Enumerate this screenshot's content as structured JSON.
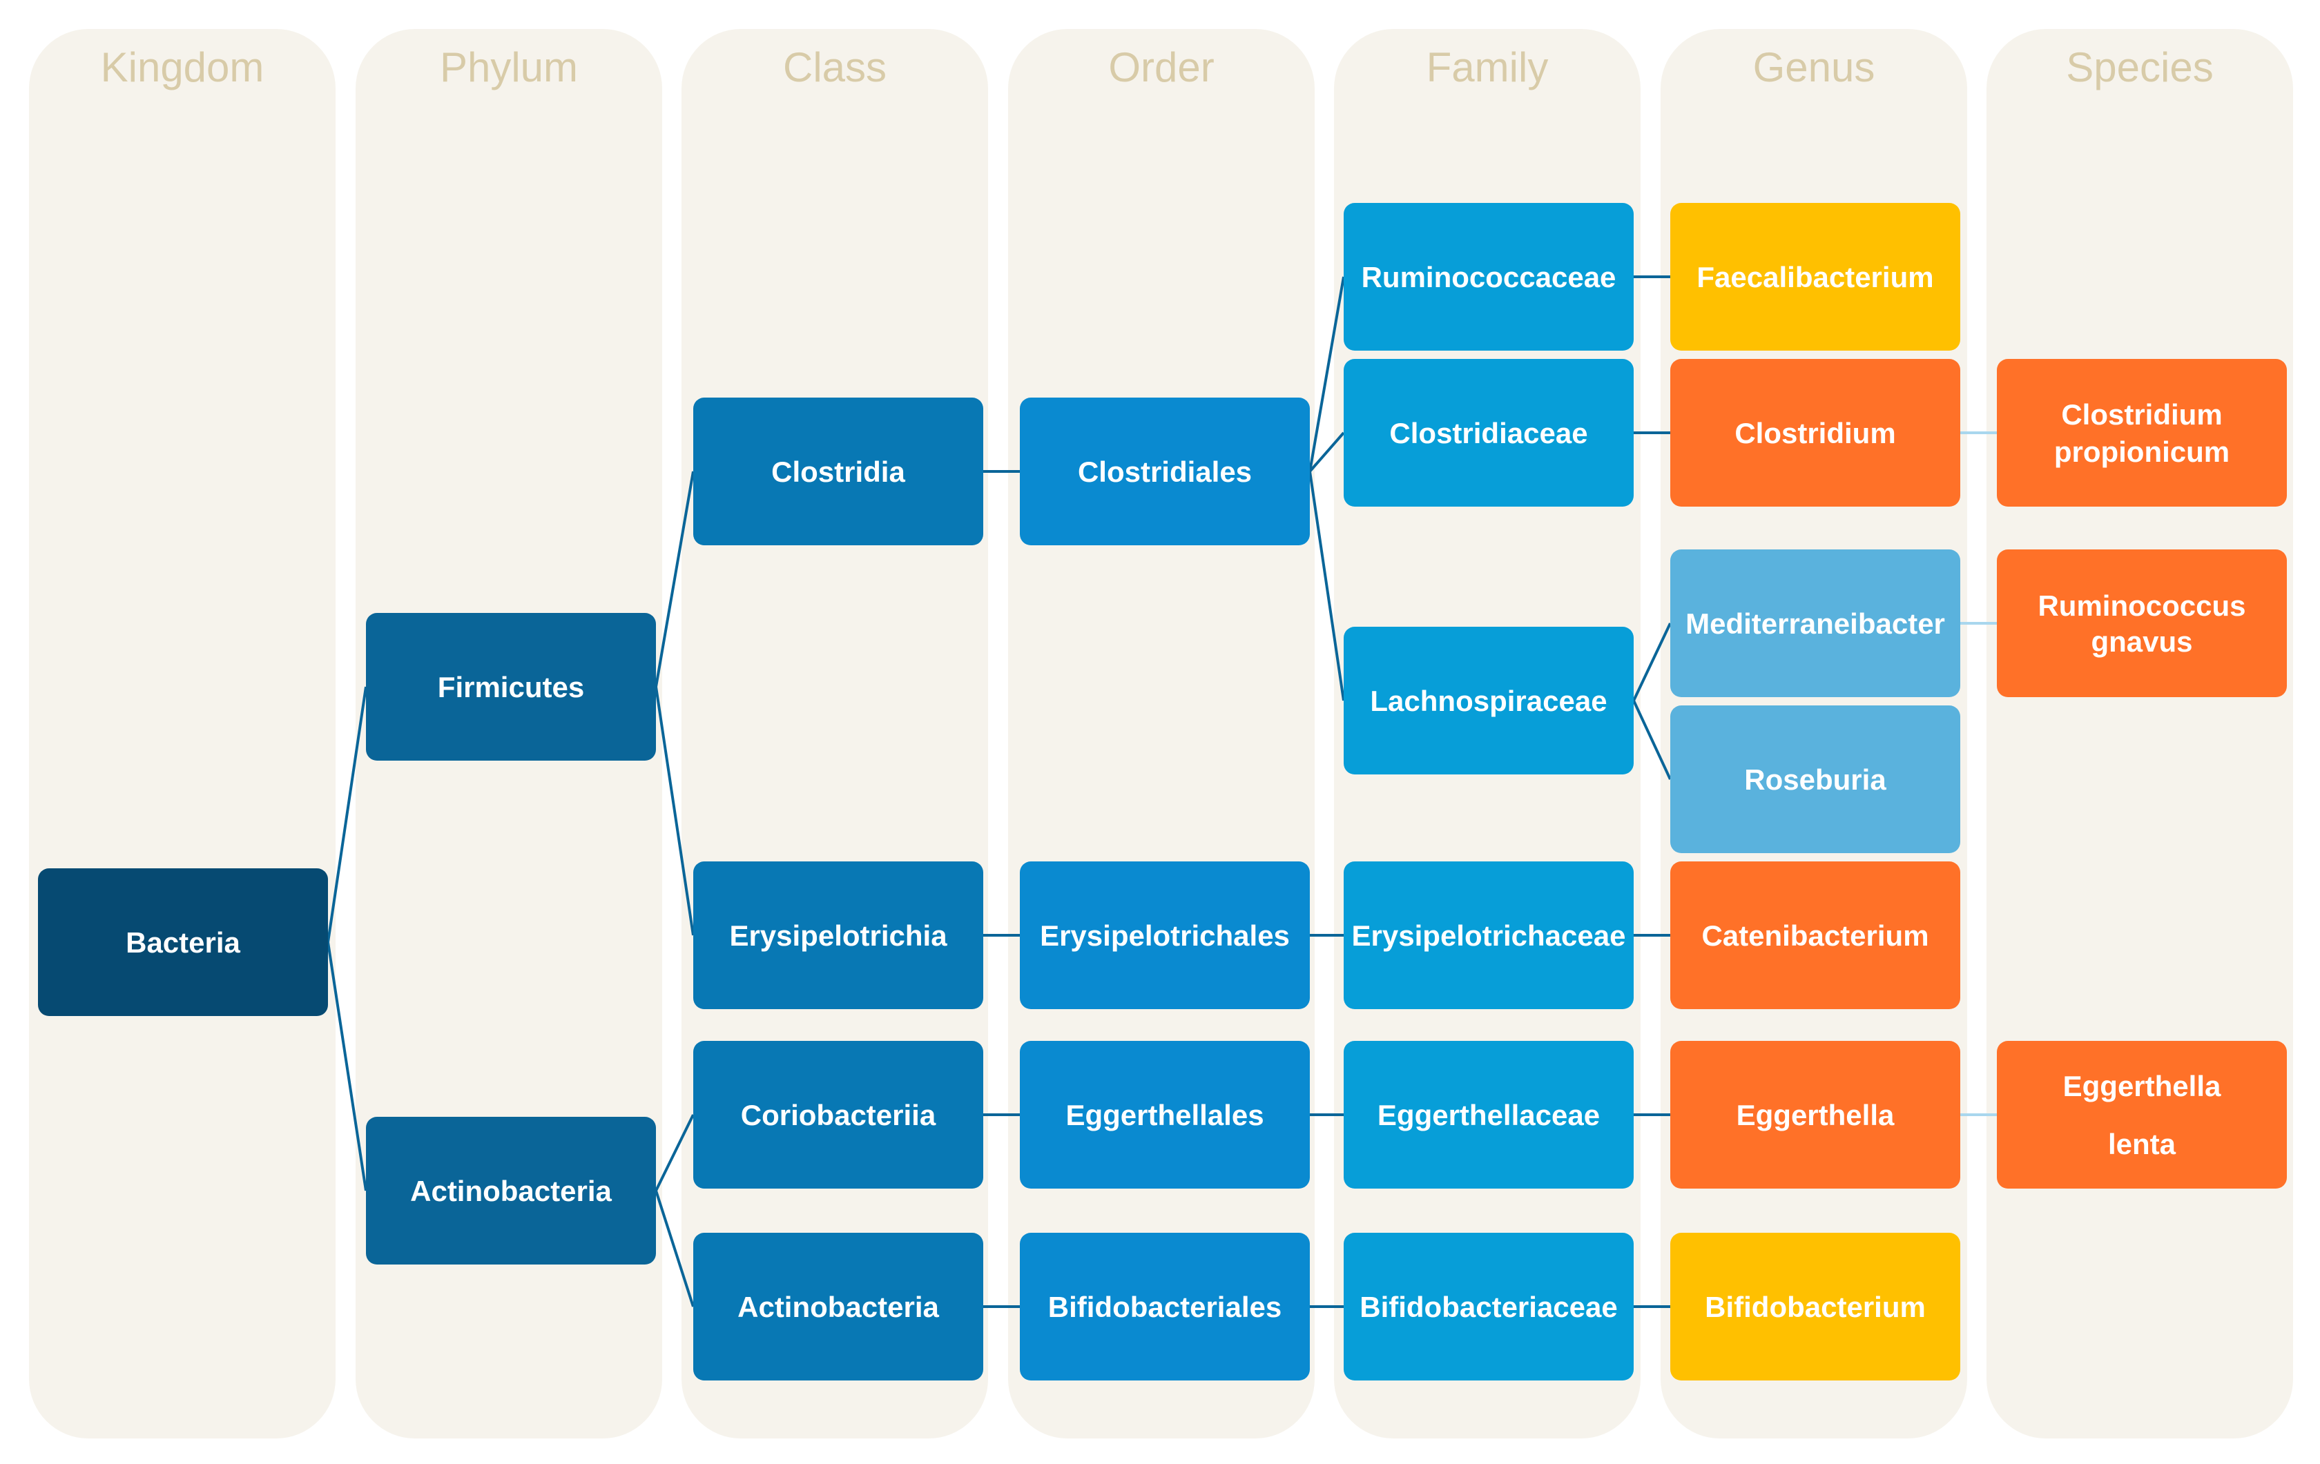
{
  "columns": [
    "Kingdom",
    "Phylum",
    "Class",
    "Order",
    "Family",
    "Genus",
    "Species"
  ],
  "palette": {
    "kingdom": "#064a72",
    "phylum": "#0a6598",
    "class": "#0878b4",
    "order": "#0a8ad0",
    "family": "#079ed8",
    "genus_light": "#5ab2dd",
    "yellow": "#ffc000",
    "orange": "#ff7128",
    "link": "#0a6598",
    "link_light": "#a9d7ee"
  },
  "nodes": [
    {
      "id": "bacteria",
      "col": 0,
      "lines": [
        "Bacteria"
      ],
      "color": "kingdom"
    },
    {
      "id": "firmicutes",
      "col": 1,
      "lines": [
        "Firmicutes"
      ],
      "color": "phylum"
    },
    {
      "id": "actinobacteria-phylum",
      "col": 1,
      "lines": [
        "Actinobacteria"
      ],
      "color": "phylum"
    },
    {
      "id": "clostridia",
      "col": 2,
      "lines": [
        "Clostridia"
      ],
      "color": "class"
    },
    {
      "id": "erysipelotrichia",
      "col": 2,
      "lines": [
        "Erysipelotrichia"
      ],
      "color": "class"
    },
    {
      "id": "coriobacteriia",
      "col": 2,
      "lines": [
        "Coriobacteriia"
      ],
      "color": "class"
    },
    {
      "id": "actinobacteria-class",
      "col": 2,
      "lines": [
        "Actinobacteria"
      ],
      "color": "class"
    },
    {
      "id": "clostridiales",
      "col": 3,
      "lines": [
        "Clostridiales"
      ],
      "color": "order"
    },
    {
      "id": "erysipelotrichales",
      "col": 3,
      "lines": [
        "Erysipelotrichales"
      ],
      "color": "order"
    },
    {
      "id": "eggerthellales",
      "col": 3,
      "lines": [
        "Eggerthellales"
      ],
      "color": "order"
    },
    {
      "id": "bifidobacteriales",
      "col": 3,
      "lines": [
        "Bifidobacteriales"
      ],
      "color": "order"
    },
    {
      "id": "ruminococcaceae",
      "col": 4,
      "lines": [
        "Ruminococcaceae"
      ],
      "color": "family"
    },
    {
      "id": "clostridiaceae",
      "col": 4,
      "lines": [
        "Clostridiaceae"
      ],
      "color": "family"
    },
    {
      "id": "lachnospiraceae",
      "col": 4,
      "lines": [
        "Lachnospiraceae"
      ],
      "color": "family"
    },
    {
      "id": "erysipelotrichaceae",
      "col": 4,
      "lines": [
        "Erysipelotrichaceae"
      ],
      "color": "family"
    },
    {
      "id": "eggerthellaceae",
      "col": 4,
      "lines": [
        "Eggerthellaceae"
      ],
      "color": "family"
    },
    {
      "id": "bifidobacteriaceae",
      "col": 4,
      "lines": [
        "Bifidobacteriaceae"
      ],
      "color": "family"
    },
    {
      "id": "faecalibacterium",
      "col": 5,
      "lines": [
        "Faecalibacterium"
      ],
      "color": "yellow"
    },
    {
      "id": "clostridium",
      "col": 5,
      "lines": [
        "Clostridium"
      ],
      "color": "orange"
    },
    {
      "id": "mediterraneibacter",
      "col": 5,
      "lines": [
        "Mediterraneibacter"
      ],
      "color": "genus_light"
    },
    {
      "id": "roseburia",
      "col": 5,
      "lines": [
        "Roseburia"
      ],
      "color": "genus_light"
    },
    {
      "id": "catenibacterium",
      "col": 5,
      "lines": [
        "Catenibacterium"
      ],
      "color": "orange"
    },
    {
      "id": "eggerthella",
      "col": 5,
      "lines": [
        "Eggerthella"
      ],
      "color": "orange"
    },
    {
      "id": "bifidobacterium",
      "col": 5,
      "lines": [
        "Bifidobacterium"
      ],
      "color": "yellow"
    },
    {
      "id": "clostridium-propionicum",
      "col": 6,
      "lines": [
        "Clostridium",
        "propionicum"
      ],
      "color": "orange"
    },
    {
      "id": "ruminococcus-gnavus",
      "col": 6,
      "lines": [
        "Ruminococcus",
        "gnavus"
      ],
      "color": "orange"
    },
    {
      "id": "eggerthella-lenta",
      "col": 6,
      "lines": [
        "Eggerthella",
        "lenta"
      ],
      "color": "orange"
    }
  ],
  "edges": [
    {
      "from": "bacteria",
      "to": "firmicutes"
    },
    {
      "from": "bacteria",
      "to": "actinobacteria-phylum"
    },
    {
      "from": "firmicutes",
      "to": "clostridia"
    },
    {
      "from": "firmicutes",
      "to": "erysipelotrichia"
    },
    {
      "from": "actinobacteria-phylum",
      "to": "coriobacteriia"
    },
    {
      "from": "actinobacteria-phylum",
      "to": "actinobacteria-class"
    },
    {
      "from": "clostridia",
      "to": "clostridiales"
    },
    {
      "from": "erysipelotrichia",
      "to": "erysipelotrichales"
    },
    {
      "from": "coriobacteriia",
      "to": "eggerthellales"
    },
    {
      "from": "actinobacteria-class",
      "to": "bifidobacteriales"
    },
    {
      "from": "clostridiales",
      "to": "ruminococcaceae"
    },
    {
      "from": "clostridiales",
      "to": "clostridiaceae"
    },
    {
      "from": "clostridiales",
      "to": "lachnospiraceae"
    },
    {
      "from": "erysipelotrichales",
      "to": "erysipelotrichaceae"
    },
    {
      "from": "eggerthellales",
      "to": "eggerthellaceae"
    },
    {
      "from": "bifidobacteriales",
      "to": "bifidobacteriaceae"
    },
    {
      "from": "ruminococcaceae",
      "to": "faecalibacterium"
    },
    {
      "from": "clostridiaceae",
      "to": "clostridium"
    },
    {
      "from": "lachnospiraceae",
      "to": "mediterraneibacter"
    },
    {
      "from": "lachnospiraceae",
      "to": "roseburia"
    },
    {
      "from": "erysipelotrichaceae",
      "to": "catenibacterium"
    },
    {
      "from": "eggerthellaceae",
      "to": "eggerthella"
    },
    {
      "from": "bifidobacteriaceae",
      "to": "bifidobacterium"
    },
    {
      "from": "clostridium",
      "to": "clostridium-propionicum",
      "light": true
    },
    {
      "from": "mediterraneibacter",
      "to": "ruminococcus-gnavus",
      "light": true
    },
    {
      "from": "eggerthella",
      "to": "eggerthella-lenta",
      "light": true
    }
  ]
}
